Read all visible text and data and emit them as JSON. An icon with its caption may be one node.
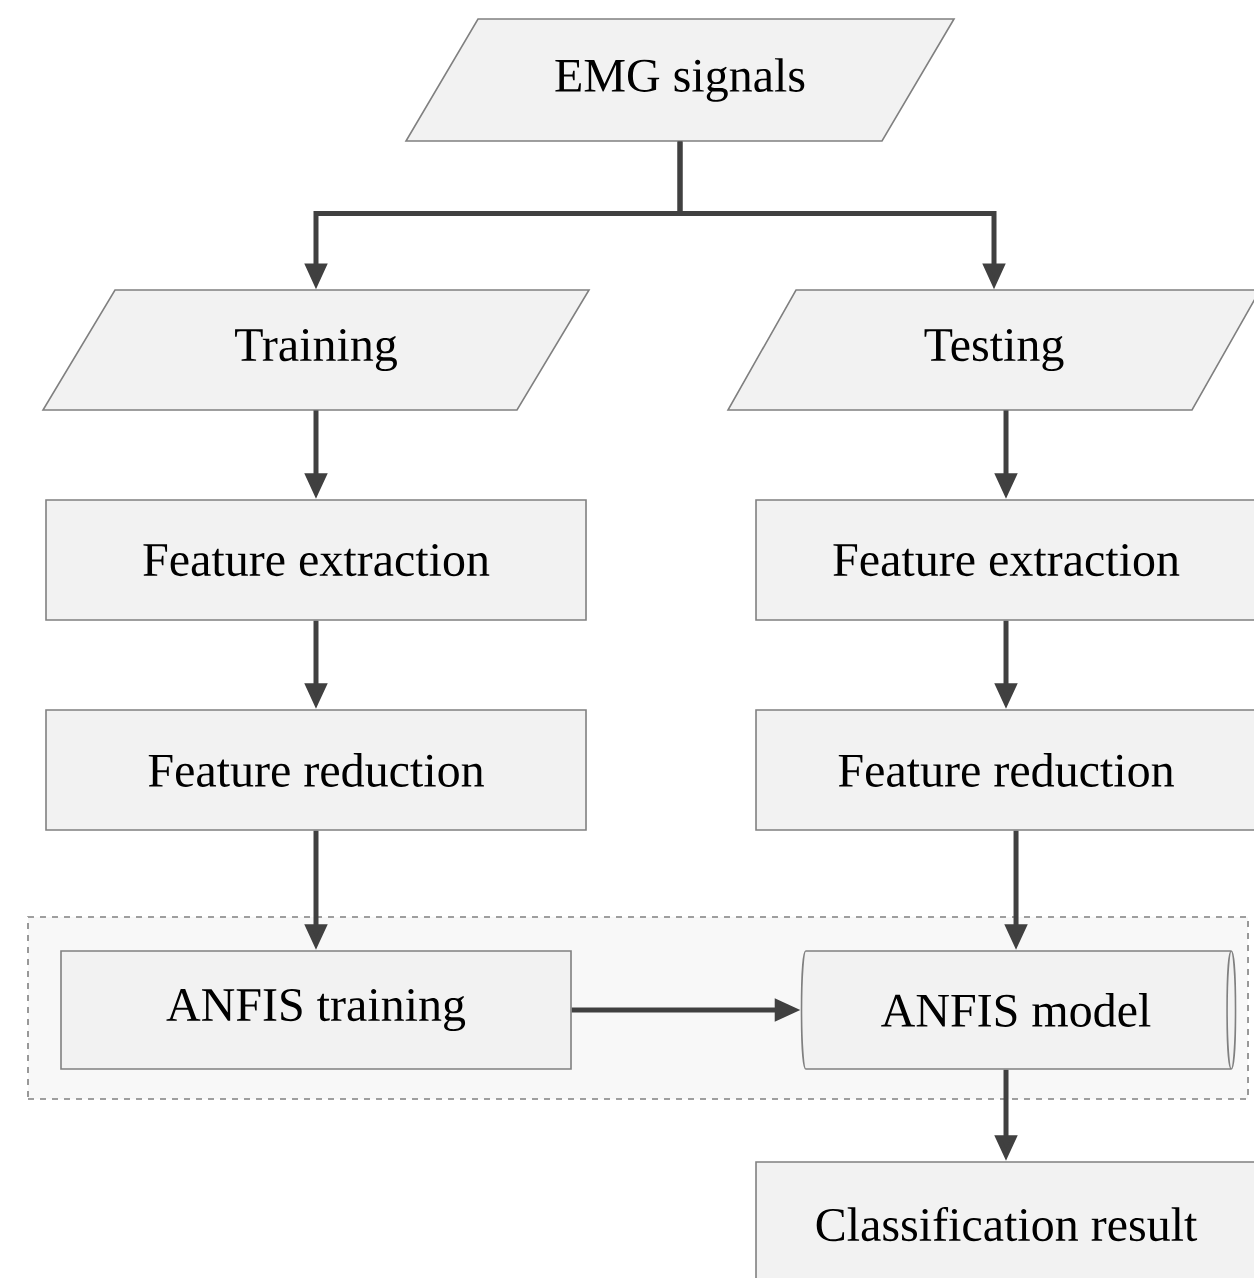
{
  "diagram": {
    "nodes": [
      {
        "text": [
          "EMG signals"
        ]
      },
      {
        "text": [
          "Training"
        ]
      },
      {
        "text": [
          "Testing"
        ]
      },
      {
        "text": [
          "Feature extraction"
        ]
      },
      {
        "text": [
          "Feature extraction"
        ]
      },
      {
        "text": [
          "Feature reduction"
        ]
      },
      {
        "text": [
          "Feature reduction"
        ]
      },
      {
        "text": [],
        "shape": "box"
      },
      {
        "text": [
          "ANFIS training"
        ],
        "in": 7
      },
      {
        "text": [
          "ANFIS model"
        ],
        "in": 7
      },
      {
        "text": [
          "Classification result"
        ]
      }
    ],
    "edges": [
      {
        "from": 0,
        "to": 1,
        "arrow": "to"
      },
      {
        "from": 0,
        "to": 2,
        "arrow": "to"
      },
      {
        "from": 1,
        "to": 3,
        "arrow": "to"
      },
      {
        "from": 3,
        "to": 5,
        "arrow": "to"
      },
      {
        "from": 5,
        "to": 8,
        "arrow": "to"
      },
      {
        "from": 2,
        "to": 4,
        "arrow": "to"
      },
      {
        "from": 4,
        "to": 6,
        "arrow": "to"
      },
      {
        "from": 6,
        "to": 9,
        "arrow": "to"
      },
      {
        "from": 8,
        "to": 9,
        "arrow": "to"
      },
      {
        "from": 9,
        "to": 10,
        "arrow": "to"
      }
    ]
  }
}
